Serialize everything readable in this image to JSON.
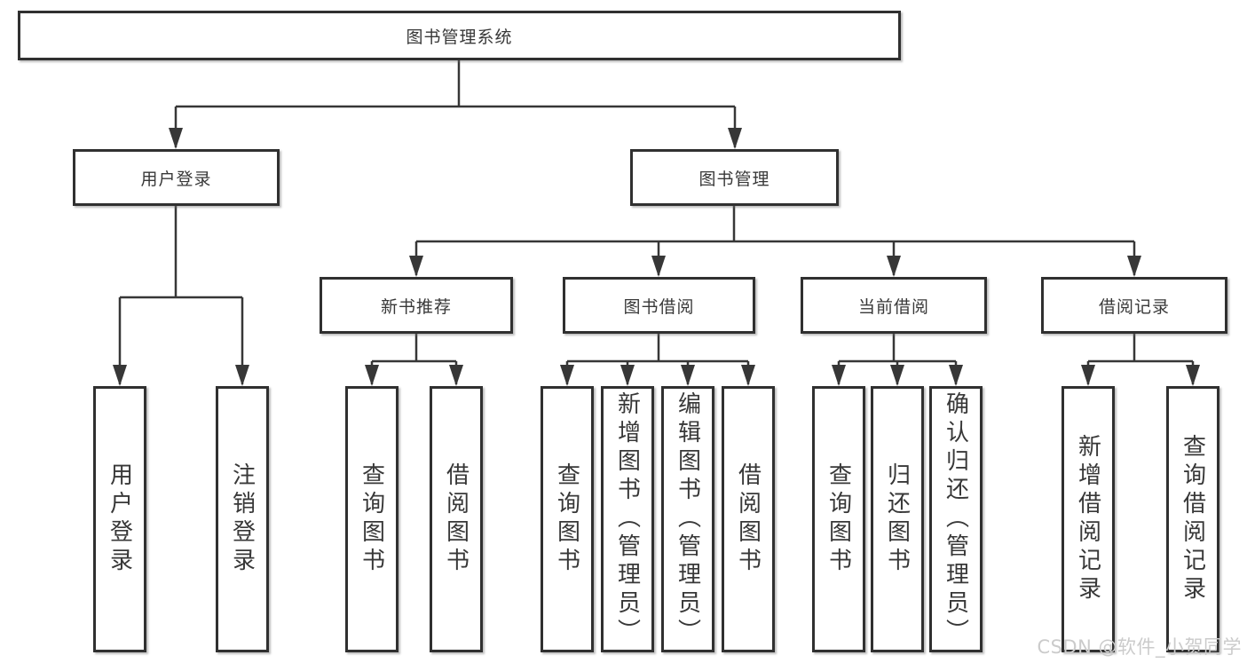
{
  "diagram": {
    "root": {
      "label": "图书管理系统"
    },
    "branches": [
      {
        "label": "用户登录",
        "children": [
          {
            "label": "用户登录"
          },
          {
            "label": "注销登录"
          }
        ]
      },
      {
        "label": "图书管理",
        "children": [
          {
            "label": "新书推荐",
            "children": [
              {
                "label": "查询图书"
              },
              {
                "label": "借阅图书"
              }
            ]
          },
          {
            "label": "图书借阅",
            "children": [
              {
                "label": "查询图书"
              },
              {
                "label": "新增图书（管理员）"
              },
              {
                "label": "编辑图书（管理员）"
              },
              {
                "label": "借阅图书"
              }
            ]
          },
          {
            "label": "当前借阅",
            "children": [
              {
                "label": "查询图书"
              },
              {
                "label": "归还图书"
              },
              {
                "label": "确认归还（管理员）"
              }
            ]
          },
          {
            "label": "借阅记录",
            "children": [
              {
                "label": "新增借阅记录"
              },
              {
                "label": "查询借阅记录"
              }
            ]
          }
        ]
      }
    ]
  },
  "watermark": {
    "text": "CSDN @软件_小贺同学"
  },
  "colors": {
    "background": "#ffffff",
    "box_border": "#303030",
    "line": "#373737",
    "text": "#383838",
    "watermark": "#cbcbcb"
  }
}
